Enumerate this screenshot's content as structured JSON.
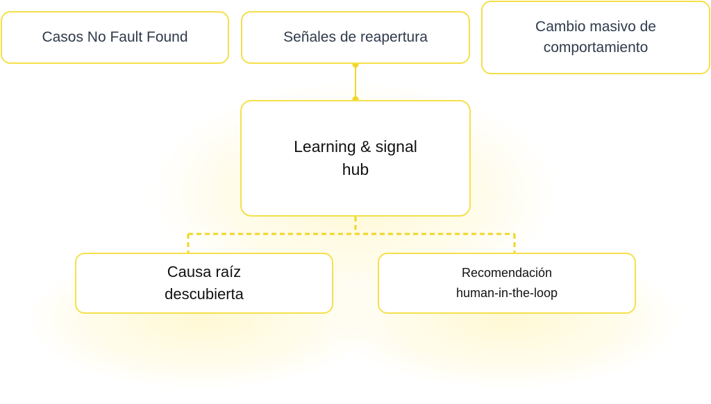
{
  "diagram": {
    "top_nodes": [
      {
        "label": "Casos No Fault Found"
      },
      {
        "label": "Señales de reapertura"
      },
      {
        "label_lines": [
          "Cambio masivo de",
          "comportamiento"
        ]
      }
    ],
    "center_node": {
      "label_lines": [
        "Learning & signal",
        "hub"
      ]
    },
    "bottom_nodes": [
      {
        "label_lines": [
          "Causa raíz",
          "descubierta"
        ]
      },
      {
        "label_lines": [
          "Recomendación",
          "human-in-the-loop"
        ]
      }
    ]
  },
  "colors": {
    "accent": "#f4e04a",
    "connector": "#f0d628",
    "top_text": "#2f3a4b",
    "body_text": "#111111"
  }
}
